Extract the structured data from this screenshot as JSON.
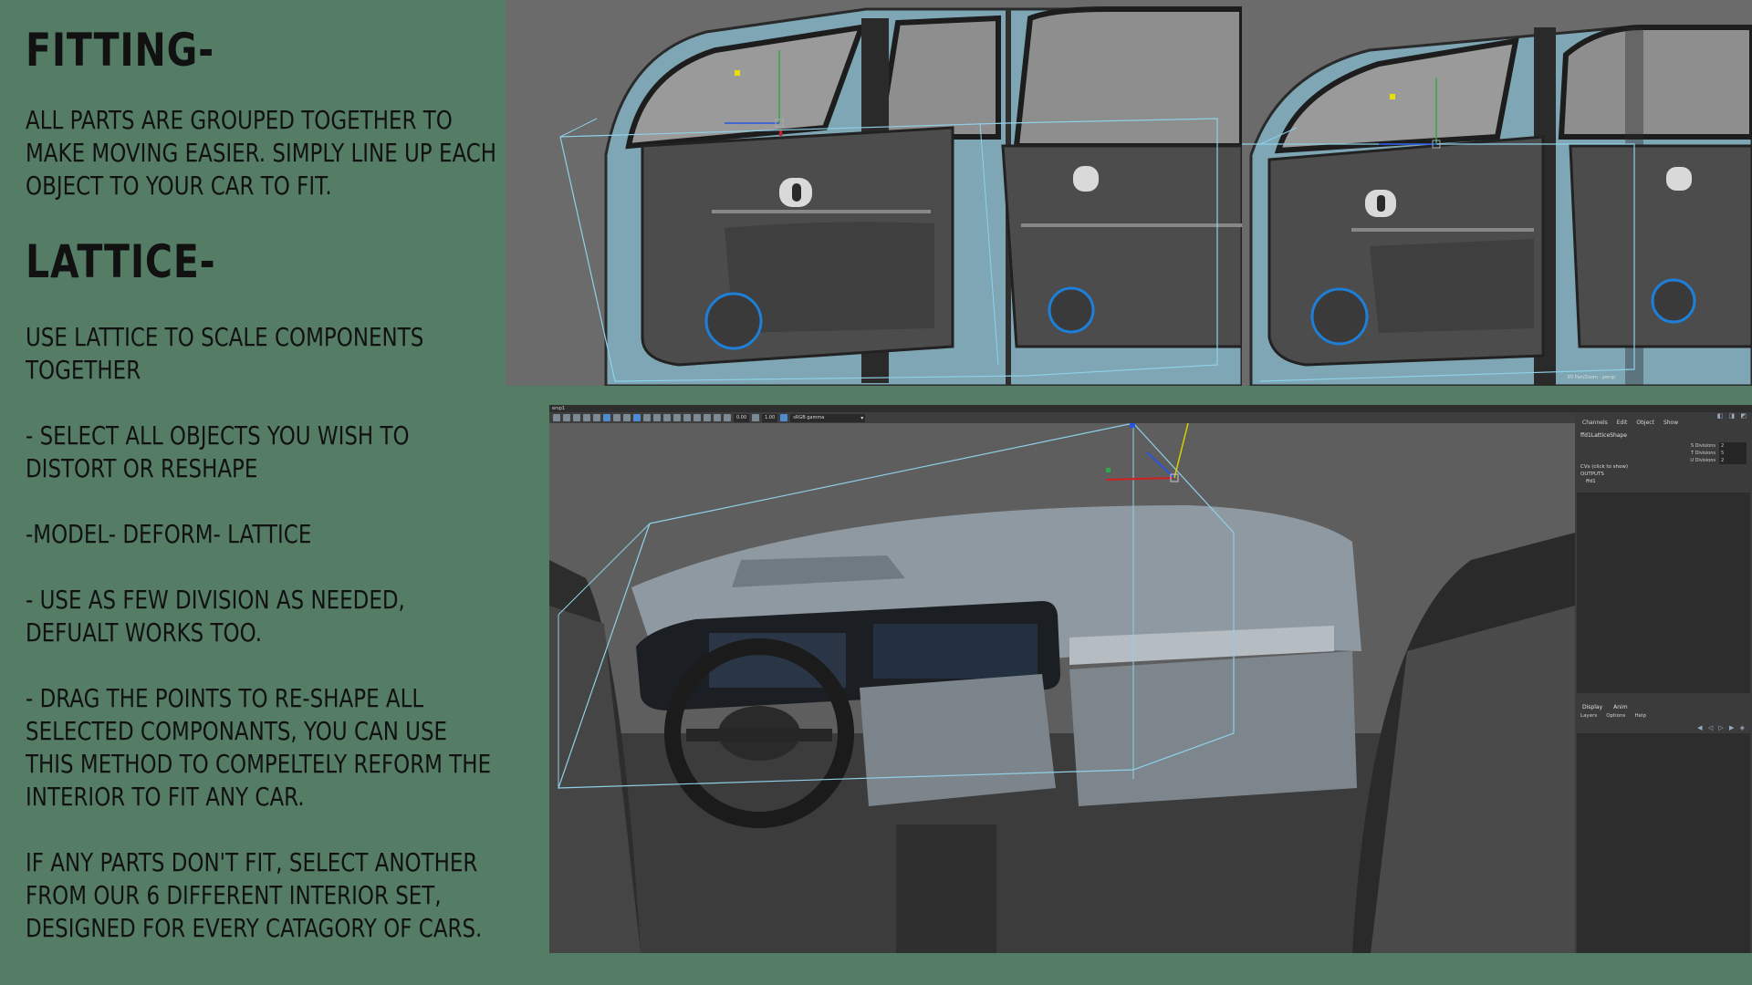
{
  "instructions": {
    "fitting_heading": "FITTING-",
    "fitting_text": "ALL PARTS ARE GROUPED TOGETHER TO MAKE MOVING EASIER. SIMPLY LINE UP EACH OBJECT TO YOUR CAR TO FIT.",
    "lattice_heading": "LATTICE-",
    "lattice_intro": "USE LATTICE TO SCALE COMPONENTS TOGETHER",
    "step_select": "- SELECT ALL OBJECTS YOU WISH TO DISTORT OR RESHAPE",
    "step_menu": "-MODEL- DEFORM- LATTICE",
    "step_divisions": "- USE AS FEW DIVISION AS NEEDED,  DEFUALT WORKS TOO.",
    "step_drag": "- DRAG THE POINTS TO RE-SHAPE ALL SELECTED COMPONANTS, YOU CAN USE THIS METHOD TO COMPELTELY REFORM THE INTERIOR TO FIT ANY CAR.",
    "closing": "IF ANY PARTS DON'T FIT, SELECT ANOTHER FROM OUR 6 DIFFERENT INTERIOR SET, DESIGNED FOR EVERY CATAGORY OF CARS."
  },
  "top_viewport_right": {
    "caption": "3D Pan/Zoom - persp"
  },
  "maya": {
    "panel_label": "ersp1",
    "toolbar": {
      "field_a": "0.00",
      "field_b": "1.00",
      "colorspace": "sRGB gamma"
    },
    "channel_box": {
      "menu": [
        "Channels",
        "Edit",
        "Object",
        "Show"
      ],
      "node_name": "ffd1LatticeShape",
      "attributes": [
        {
          "label": "S Divisions",
          "value": "2"
        },
        {
          "label": "T Divisions",
          "value": "5"
        },
        {
          "label": "U Divisions",
          "value": "2"
        }
      ],
      "cvs_label": "CVs (click to show)",
      "outputs_label": "OUTPUTS",
      "output_node": "ffd1"
    },
    "layer_editor": {
      "tabs": [
        "Display",
        "Anim"
      ],
      "menu": [
        "Layers",
        "Options",
        "Help"
      ]
    }
  },
  "colors": {
    "background": "#557d66",
    "car_paint": "#7ea6b4",
    "highlight_ring": "#1e7fd8",
    "lattice": "#8fd0e8"
  },
  "icons": [
    "move-manipulator-icon",
    "speaker-highlight-icon",
    "toolbar-icons"
  ]
}
